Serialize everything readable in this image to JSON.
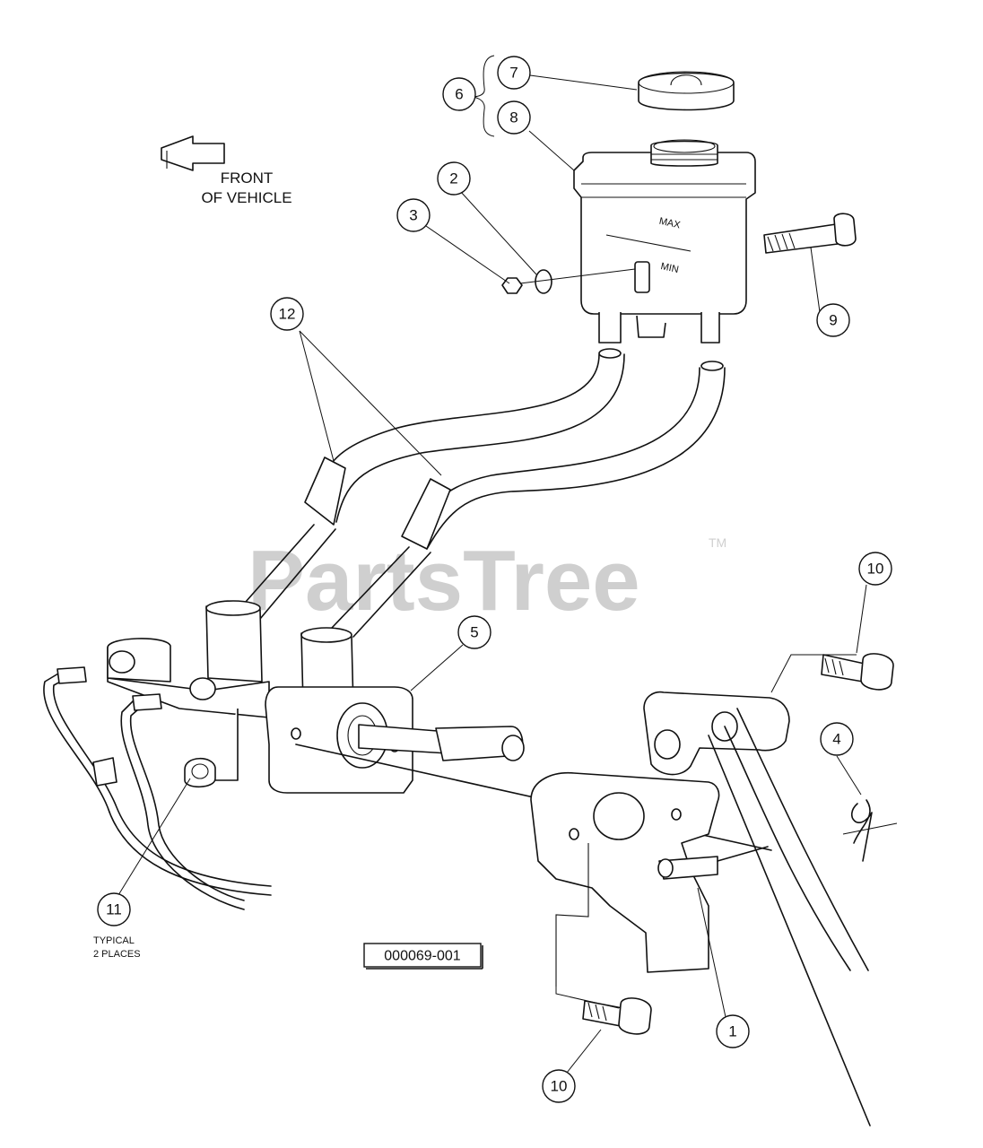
{
  "direction": {
    "line1": "FRONT",
    "line2": "OF VEHICLE"
  },
  "reservoir": {
    "max_label": "MAX",
    "min_label": "MIN"
  },
  "note": {
    "line1": "TYPICAL",
    "line2": "2 PLACES"
  },
  "drawing_number": "000069-001",
  "watermark": {
    "text": "PartsTree",
    "trademark": "TM"
  },
  "callouts": [
    "1",
    "2",
    "3",
    "4",
    "5",
    "6",
    "7",
    "8",
    "9",
    "10",
    "10",
    "11",
    "12"
  ],
  "colors": {
    "line": "#111111",
    "watermark": "#cfcfcf",
    "background": "#ffffff"
  }
}
